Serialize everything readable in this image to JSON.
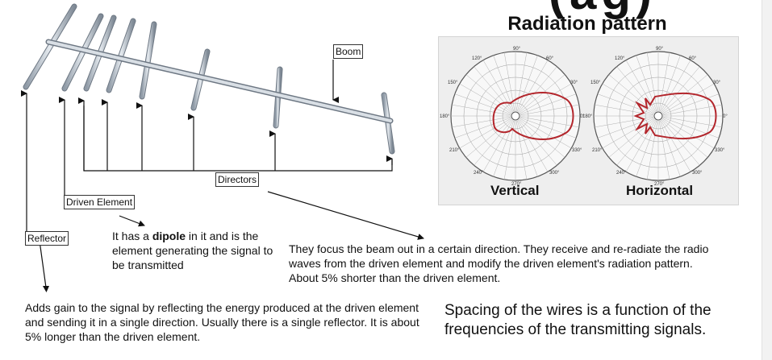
{
  "diagram": {
    "title": "Radiation pattern",
    "top_partial_text": "(ag)",
    "labels": {
      "boom": "Boom",
      "directors": "Directors",
      "driven_element": "Driven Element",
      "reflector": "Reflector"
    },
    "panel": {
      "vertical": "Vertical",
      "horizontal": "Horizontal",
      "angles": [
        "90°",
        "60°",
        "30°",
        "0°",
        "330°",
        "300°",
        "270°",
        "240°",
        "210°",
        "180°",
        "150°",
        "120°"
      ]
    },
    "notes": {
      "driven_pre": "It has a ",
      "driven_bold": "dipole",
      "driven_post": " in it and is the element generating the signal to be transmitted",
      "directors": "They focus the beam out in a certain direction. They receive and re-radiate the radio waves from the driven element and modify the driven element's radiation pattern. About 5% shorter than the driven element.",
      "reflector": "Adds gain to the signal by reflecting the energy produced at the driven element and sending it in a single direction. Usually there is a single reflector. It is about 5% longer than the driven element.",
      "spacing": "Spacing of the wires is a function of the frequencies of the transmitting signals."
    }
  }
}
